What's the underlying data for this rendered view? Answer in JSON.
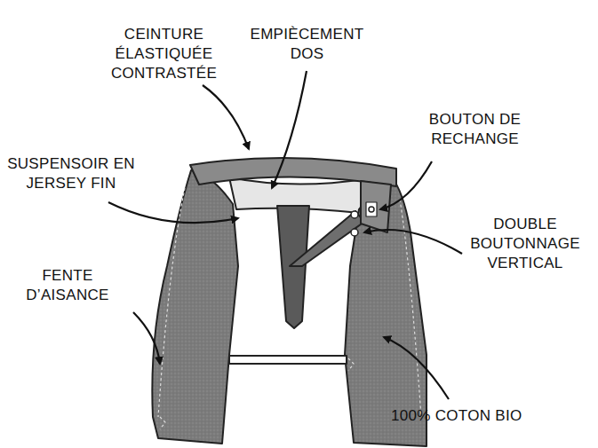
{
  "diagram": {
    "labels": [
      "CEINTURE ÉLASTIQUÉE CONTRASTÉE",
      "EMPIÈCEMENT DOS",
      "BOUTON DE RECHANGE",
      "SUSPENSOIR EN JERSEY FIN",
      "DOUBLE BOUTONNAGE VERTICAL",
      "FENTE D’AISANCE",
      "100% COTON BIO"
    ]
  }
}
